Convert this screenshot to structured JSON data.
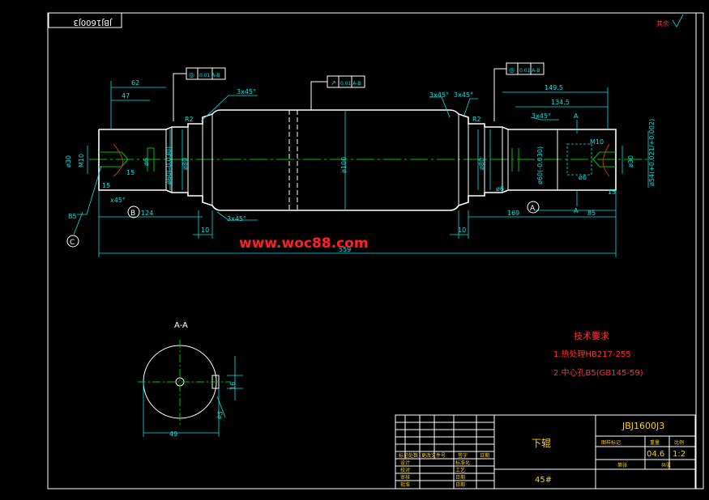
{
  "drawing_number": "JBJ1600J3",
  "drawing_number_mirrored": "JBJ1600J3",
  "roughness_note": "其余",
  "watermark": "www.woc88.com",
  "section_label": "A-A",
  "tech_requirements": {
    "title": "技术要求",
    "item1": "1.热处理HB217-255",
    "item2": "2.中心孔B5(GB145-59)"
  },
  "title_block": {
    "part_name": "下辊",
    "material": "45#",
    "drawing_number": "JBJ1600J3",
    "header_stage": "图样标记",
    "header_weight": "重量",
    "header_scale": "比例",
    "weight": "04.6",
    "scale": "1:2",
    "sheets_total": "共张",
    "sheet_no": "第张",
    "rev_headers": [
      "标记",
      "处数",
      "更改文件号",
      "签字",
      "日期"
    ],
    "roles_left": [
      "设计",
      "校对",
      "审核",
      "批准"
    ],
    "roles_right": [
      "标准化",
      "工艺",
      "日期",
      "日期"
    ]
  },
  "dims": {
    "d62": "62",
    "d47": "47",
    "d3x45_1": "3x45°",
    "d3x45_2": "3x45°",
    "d3x45_3": "3x45°",
    "d3x45_4": "3x45°",
    "d3x45_5": "3x45°",
    "d149_5": "149.5",
    "d134_5": "134.5",
    "d124": "124",
    "d169": "169",
    "d85": "85",
    "d10a": "10",
    "d10b": "10",
    "d15a": "15",
    "d15b": "15",
    "d15c": "15",
    "d_m10a": "M10",
    "d_m10b": "M10",
    "d_phi30a": "ø30",
    "d_phi30b": "ø30",
    "d_phi100": "ø100",
    "d_phi80a": "ø80",
    "d_phi80b": "ø80",
    "d_phi60a": "ø60(-0.030)",
    "d_phi60b": "ø60(-0.030)",
    "d_phi6a": "ø6",
    "d_phi6b": "ø6",
    "d_phi54": "ø54(+0.021/+0.002)",
    "d_r2a": "R2",
    "d_r2b": "R2",
    "d_b5": "B5",
    "d_x45": "x45°",
    "d_total": "559",
    "d_49": "49",
    "d_16": "16",
    "d_aa1": "A",
    "d_aa2": "A",
    "d_15s": "ø5",
    "datum_a": "A",
    "datum_b": "B",
    "datum_c": "C",
    "tol_left": "0.01 A-B",
    "tol_mid": "0.01 A-B",
    "tol_right": "0.01 A-B",
    "tol_mid_sym": "↗",
    "tol_sym": "◎"
  }
}
